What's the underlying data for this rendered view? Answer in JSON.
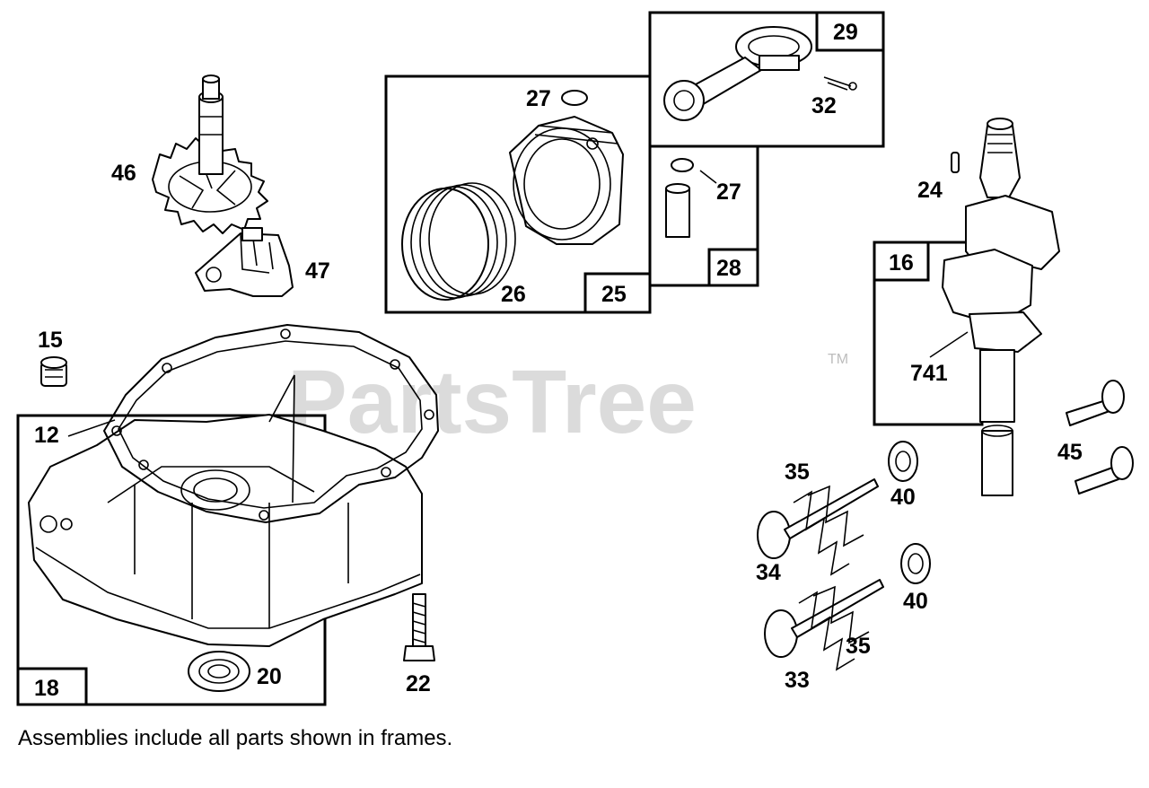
{
  "watermark": {
    "text": "PartsTree",
    "trademark": "TM"
  },
  "footnote": "Assemblies include all parts shown in frames.",
  "callouts": {
    "p46": "46",
    "p47": "47",
    "p15": "15",
    "p12": "12",
    "p18": "18",
    "p20": "20",
    "p22": "22",
    "p27a": "27",
    "p26": "26",
    "p25": "25",
    "p29": "29",
    "p32": "32",
    "p27b": "27",
    "p28": "28",
    "p24": "24",
    "p16": "16",
    "p741": "741",
    "p45": "45",
    "p35a": "35",
    "p40a": "40",
    "p34": "34",
    "p40b": "40",
    "p35b": "35",
    "p33": "33"
  }
}
